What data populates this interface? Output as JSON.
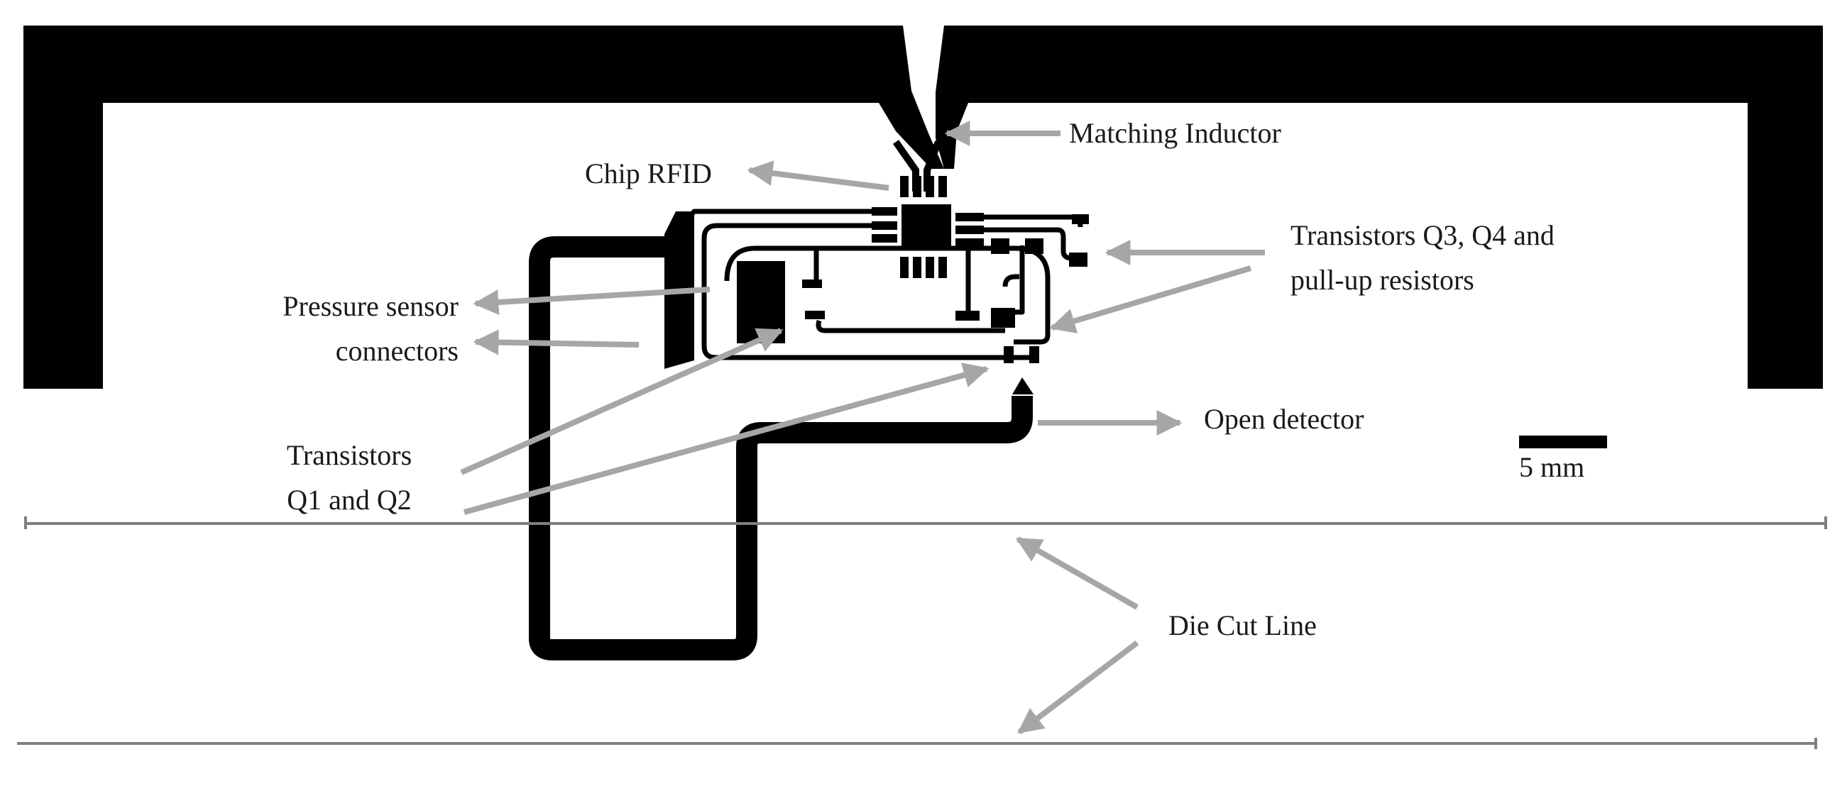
{
  "labels": {
    "matching_inductor": "Matching Inductor",
    "chip_rfid": "Chip RFID",
    "transistors_q3_q4_line1": "Transistors Q3, Q4 and",
    "transistors_q3_q4_line2": "pull-up resistors",
    "pressure_sensor_line1": "Pressure sensor",
    "pressure_sensor_line2": "connectors",
    "open_detector": "Open detector",
    "transistors_q1_q2_line1": "Transistors",
    "transistors_q1_q2_line2": "Q1 and Q2",
    "die_cut_line": "Die Cut Line",
    "scale_bar": "5 mm"
  },
  "colors": {
    "trace": "#000000",
    "arrow": "#a6a6a6",
    "die_cut": "#7f7f7f",
    "text": "#1a1a1a"
  }
}
